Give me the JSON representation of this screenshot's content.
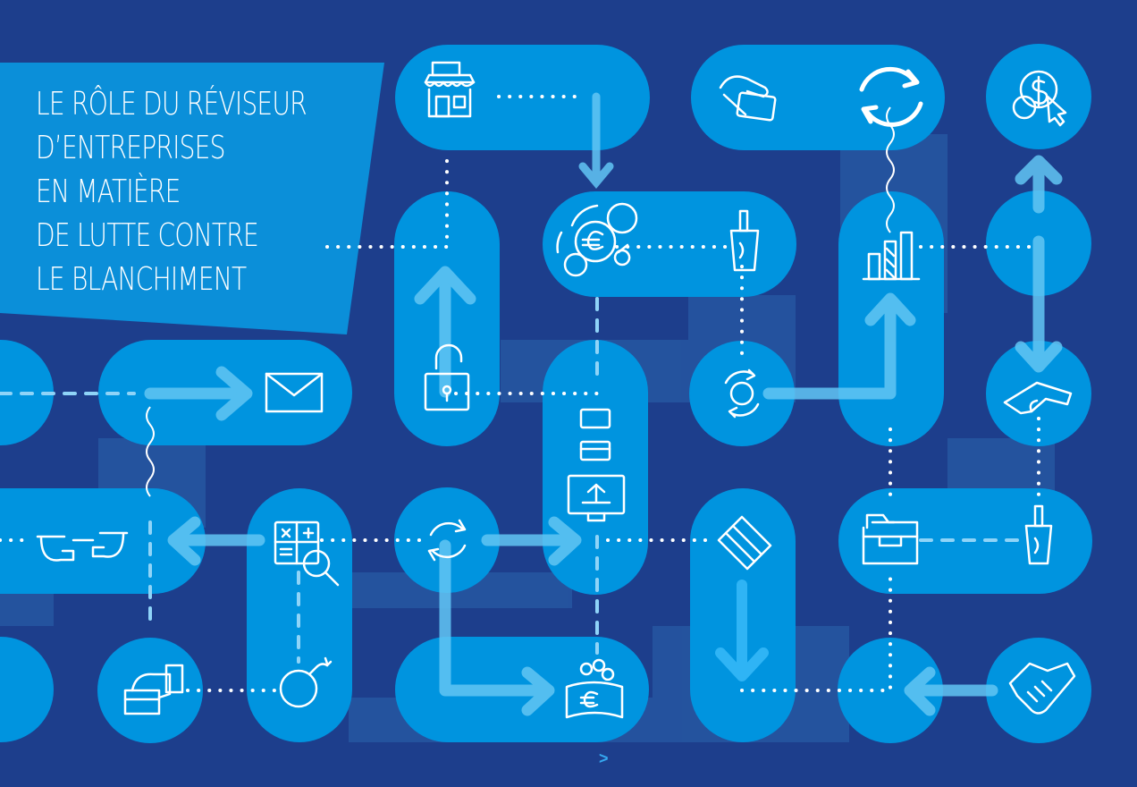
{
  "title": {
    "lines": [
      "LE RÔLE DU RÉVISEUR",
      "D’ENTREPRISES",
      "EN MATIÈRE",
      "DE LUTTE CONTRE",
      "LE BLANCHIMENT"
    ]
  },
  "next_mark": ">",
  "colors": {
    "background": "#1d3e8c",
    "tile": "#0094df",
    "shadow_track": "#2a64ad",
    "title_panel": "#0b8fd9",
    "arrow": "#62c6f4",
    "icon_stroke": "#ffffff"
  },
  "icons": [
    "shop-icon",
    "card-payment-icon",
    "refresh-cycle-icon",
    "dollar-click-icon",
    "euro-exchange-icon",
    "clothespin-bag-icon",
    "bar-chart-icon",
    "open-padlock-icon",
    "envelope-icon",
    "recycle-icon",
    "hand-gun-icon",
    "pointing-hands-icon",
    "calculator-search-icon",
    "refresh-icon",
    "upload-screen-icon",
    "eraser-icon",
    "folder-icon",
    "clothespin-bag-icon-2",
    "card-insert-icon",
    "bomb-icon",
    "euro-money-icon",
    "handshake-icon"
  ]
}
